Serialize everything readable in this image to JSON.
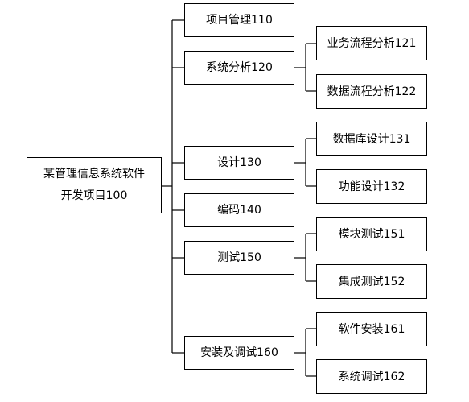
{
  "diagram": {
    "type": "tree",
    "root": {
      "line1": "某管理信息系统软件",
      "line2": "开发项目100"
    },
    "level1": {
      "n110": "项目管理110",
      "n120": "系统分析120",
      "n130": "设计130",
      "n140": "编码140",
      "n150": "测试150",
      "n160": "安装及调试160"
    },
    "level2": {
      "n121": "业务流程分析121",
      "n122": "数据流程分析122",
      "n131": "数据库设计131",
      "n132": "功能设计132",
      "n151": "模块测试151",
      "n152": "集成测试152",
      "n161": "软件安装161",
      "n162": "系统调试162"
    },
    "edges": [
      [
        "root",
        "n110"
      ],
      [
        "root",
        "n120"
      ],
      [
        "root",
        "n130"
      ],
      [
        "root",
        "n140"
      ],
      [
        "root",
        "n150"
      ],
      [
        "root",
        "n160"
      ],
      [
        "n120",
        "n121"
      ],
      [
        "n120",
        "n122"
      ],
      [
        "n130",
        "n131"
      ],
      [
        "n130",
        "n132"
      ],
      [
        "n150",
        "n151"
      ],
      [
        "n150",
        "n152"
      ],
      [
        "n160",
        "n161"
      ],
      [
        "n160",
        "n162"
      ]
    ]
  }
}
